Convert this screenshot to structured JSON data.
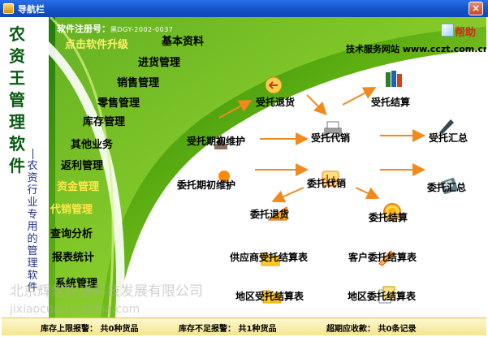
{
  "window": {
    "title": "导航栏",
    "close_symbol": "×"
  },
  "left_panel": {
    "app_title": [
      "农",
      "资",
      "王",
      "管",
      "理",
      "软",
      "件"
    ],
    "subtitle": [
      "农",
      "资",
      "行",
      "业",
      "专",
      "用",
      "的",
      "管",
      "理",
      "软",
      "件"
    ]
  },
  "registration": {
    "label": "软件注册号：",
    "value": "黑DGY-2002-0037"
  },
  "upgrade_link": "点击软件升级",
  "menu": [
    {
      "label": "基本资料",
      "color": "#000000"
    },
    {
      "label": "进货管理",
      "color": "#000000"
    },
    {
      "label": "销售管理",
      "color": "#000000"
    },
    {
      "label": "零售管理",
      "color": "#000000"
    },
    {
      "label": "库存管理",
      "color": "#000000"
    },
    {
      "label": "其他业务",
      "color": "#000000"
    },
    {
      "label": "返利管理",
      "color": "#000000"
    },
    {
      "label": "资金管理",
      "color": "#ffe74a"
    },
    {
      "label": "代销管理",
      "color": "#ffe74a"
    },
    {
      "label": "查询分析",
      "color": "#000000"
    },
    {
      "label": "报表统计",
      "color": "#000000"
    },
    {
      "label": "系统管理",
      "color": "#000000"
    }
  ],
  "help": {
    "label": "帮助",
    "icon": "help-icon"
  },
  "tech_site": "技术服务网站 www.cczt.com.cn",
  "nodes": [
    {
      "label": "受托退货",
      "icon": "return-icon"
    },
    {
      "label": "受托结算",
      "icon": "books-icon"
    },
    {
      "label": "受托期初维护",
      "icon": "brush-icon"
    },
    {
      "label": "受托代销",
      "icon": "printer-icon"
    },
    {
      "label": "受托汇总",
      "icon": "pen-icon"
    },
    {
      "label": "委托期初维护",
      "icon": "pin-icon"
    },
    {
      "label": "委托代销",
      "icon": "clip-icon"
    },
    {
      "label": "委托汇总",
      "icon": "pda-icon"
    },
    {
      "label": "委托退货",
      "icon": "ruler-icon"
    },
    {
      "label": "委托结算",
      "icon": "coin-icon"
    },
    {
      "label": "供应商受托结算表",
      "icon": "folder-icon"
    },
    {
      "label": "客户委托结算表",
      "icon": "pencil-icon"
    },
    {
      "label": "地区受托结算表",
      "icon": "folder-icon"
    },
    {
      "label": "地区委托结算表",
      "icon": "files-icon"
    }
  ],
  "watermark": {
    "line1": "北京辉煌智通科技发展有限公司",
    "line2": "jixiaocun.cn.china.com"
  },
  "status_bar": {
    "upper_alarm": "库存上限报警：   共0种货品",
    "lower_alarm": "库存不足报警：   共1种货品",
    "overdue": "超期应收款：   共0条记录"
  },
  "colors": {
    "titlebar": "#1553c8",
    "swoosh_green": "#7cc21e",
    "arrow_orange": "#f08a1c",
    "menu_highlight": "#ffe74a"
  }
}
